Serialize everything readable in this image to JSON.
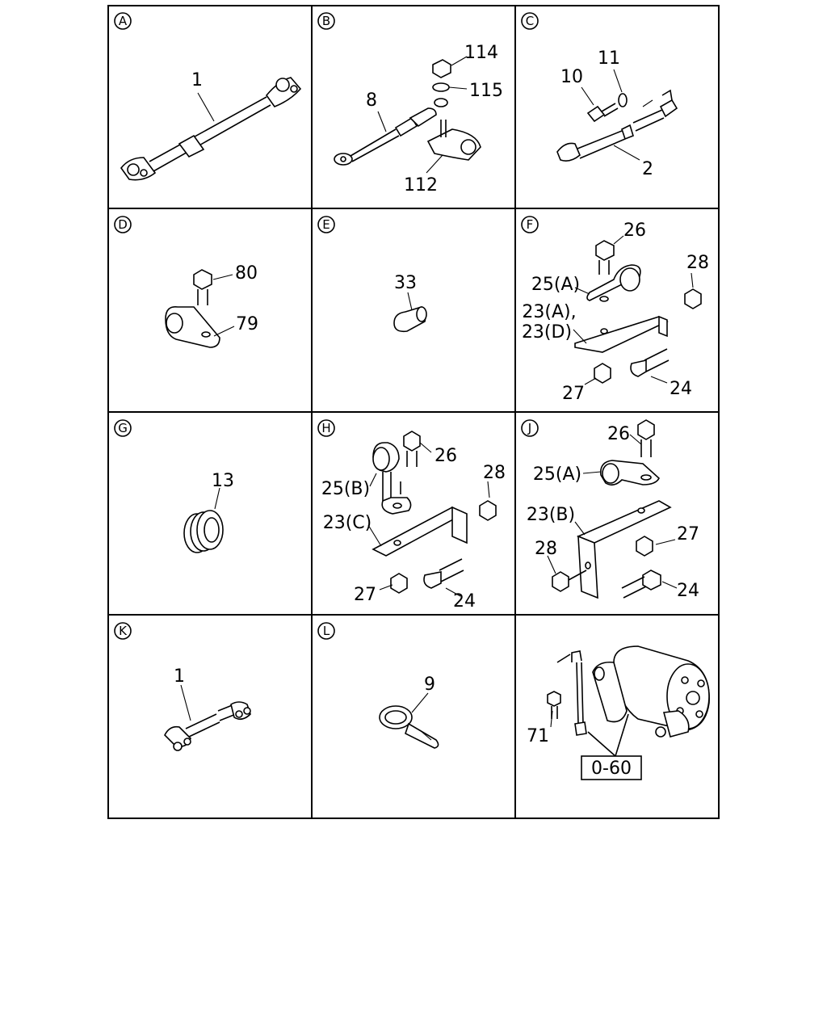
{
  "panels": [
    {
      "id": "A",
      "letter": "A",
      "labels": [
        "1"
      ]
    },
    {
      "id": "B",
      "letter": "B",
      "labels": [
        "114",
        "115",
        "8",
        "112"
      ]
    },
    {
      "id": "C",
      "letter": "C",
      "labels": [
        "11",
        "10",
        "2"
      ]
    },
    {
      "id": "D",
      "letter": "D",
      "labels": [
        "80",
        "79"
      ]
    },
    {
      "id": "E",
      "letter": "E",
      "labels": [
        "33"
      ]
    },
    {
      "id": "F",
      "letter": "F",
      "labels": [
        "26",
        "28",
        "25(A)",
        "23(A),",
        "23(D)",
        "27",
        "24"
      ]
    },
    {
      "id": "G",
      "letter": "G",
      "labels": [
        "13"
      ]
    },
    {
      "id": "H",
      "letter": "H",
      "labels": [
        "26",
        "28",
        "25(B)",
        "23(C)",
        "27",
        "24"
      ]
    },
    {
      "id": "J",
      "letter": "J",
      "labels": [
        "26",
        "25(A)",
        "23(B)",
        "27",
        "28",
        "24"
      ]
    },
    {
      "id": "K",
      "letter": "K",
      "labels": [
        "1"
      ]
    },
    {
      "id": "L",
      "letter": "L",
      "labels": [
        "9"
      ]
    },
    {
      "id": "M",
      "letter": "",
      "labels": [
        "71",
        "0-60"
      ]
    }
  ]
}
